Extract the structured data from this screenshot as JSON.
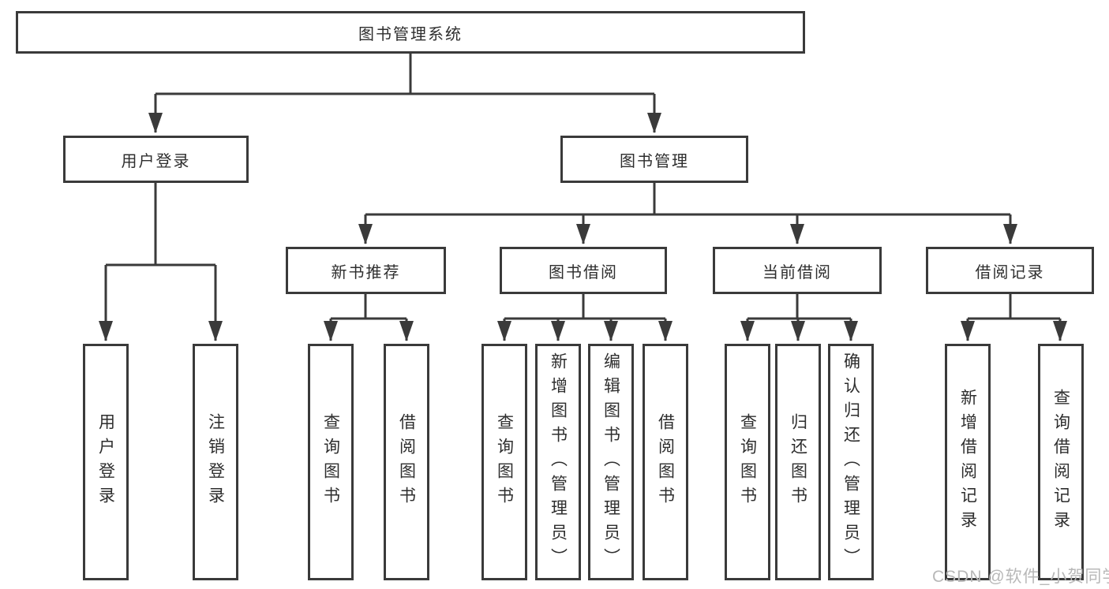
{
  "colors": {
    "line": "#3a3a3a",
    "box_border": "#3a3a3a",
    "box_background": "#ffffff",
    "text": "#2e2e2e",
    "watermark": "#b8b8b8",
    "page_background": "#ffffff"
  },
  "watermark": {
    "text": "CSDN @软件_小贺同学"
  },
  "diagram": {
    "type": "tree-structure-chart",
    "root": {
      "label": "图书管理系统",
      "children": [
        {
          "label": "用户登录",
          "children": [
            {
              "label": "用户登录"
            },
            {
              "label": "注销登录"
            }
          ]
        },
        {
          "label": "图书管理",
          "children": [
            {
              "label": "新书推荐",
              "children": [
                {
                  "label": "查询图书"
                },
                {
                  "label": "借阅图书"
                }
              ]
            },
            {
              "label": "图书借阅",
              "children": [
                {
                  "label": "查询图书"
                },
                {
                  "label": "新增图书（管理员）"
                },
                {
                  "label": "编辑图书（管理员）"
                },
                {
                  "label": "借阅图书"
                }
              ]
            },
            {
              "label": "当前借阅",
              "children": [
                {
                  "label": "查询图书"
                },
                {
                  "label": "归还图书"
                },
                {
                  "label": "确认归还（管理员）"
                }
              ]
            },
            {
              "label": "借阅记录",
              "children": [
                {
                  "label": "新增借阅记录"
                },
                {
                  "label": "查询借阅记录"
                }
              ]
            }
          ]
        }
      ]
    }
  }
}
